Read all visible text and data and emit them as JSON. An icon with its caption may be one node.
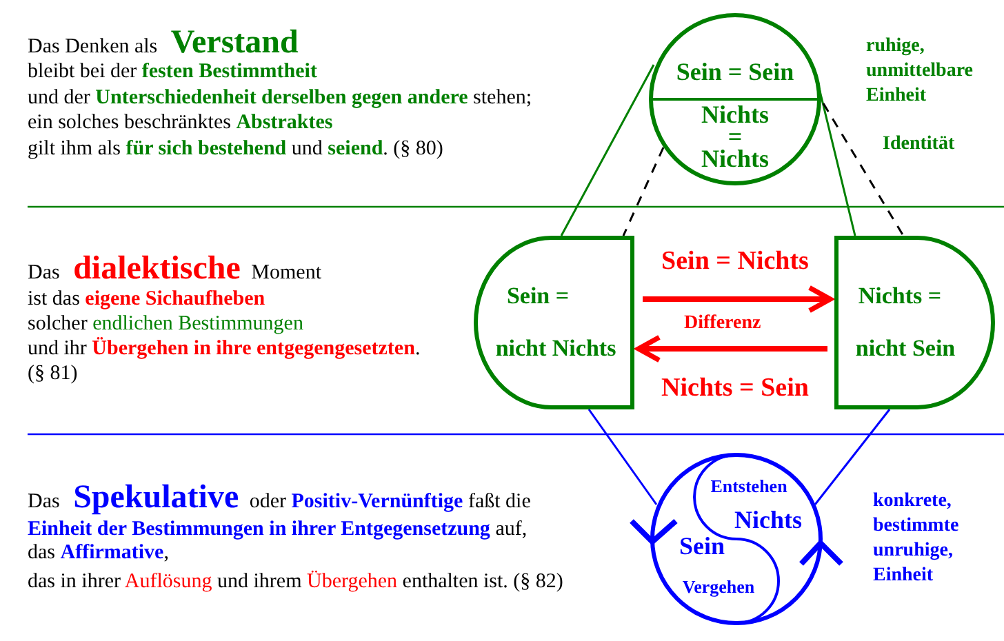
{
  "diagram": {
    "nodes": [
      {
        "text": [
          "Sein = Sein",
          "Nichts = Nichts"
        ]
      },
      {
        "text": [
          "Sein =",
          "nicht Nichts"
        ]
      },
      {
        "text": [
          "Nichts =",
          "nicht Sein"
        ]
      },
      {
        "text": [
          "Entstehen",
          "Nichts",
          "Sein",
          "Vergehen"
        ]
      }
    ],
    "edges": [
      {
        "from": 0,
        "to": 1,
        "arrow": "none",
        "color": "#008000"
      },
      {
        "from": 0,
        "to": 1,
        "arrow": "none",
        "style": "dashed",
        "color": "#000000"
      },
      {
        "from": 0,
        "to": 2,
        "arrow": "none",
        "color": "#008000"
      },
      {
        "from": 0,
        "to": 2,
        "arrow": "none",
        "style": "dashed",
        "color": "#000000"
      },
      {
        "from": 1,
        "to": 3,
        "arrow": "none",
        "color": "#0000ff"
      },
      {
        "from": 2,
        "to": 3,
        "arrow": "none",
        "color": "#0000ff"
      },
      {
        "from": 1,
        "to": 2,
        "arrow": "to",
        "label": "Sein = Nichts",
        "style": "thick",
        "color": "#ff0000"
      },
      {
        "from": 2,
        "to": 1,
        "arrow": "to",
        "label": "Nichts = Sein",
        "style": "thick",
        "color": "#ff0000"
      }
    ],
    "labels": [
      "Das Denken als **Verstand**",
      "bleibt bei der **festen Bestimmtheit**",
      "und der **Unterschiedenheit derselben gegen andere** stehen;",
      "ein solches beschränktes **Abstraktes**",
      "gilt ihm als **für sich bestehend** und **seiend**. (§ 80)",
      "ruhige, unmittelbare Einheit",
      "Identität",
      "Das **dialektische** Moment",
      "ist das **eigene Sichaufheben**",
      "solcher *endlichen Bestimmungen*",
      "und ihr **Übergehen in ihre entgegengesetzten**.",
      "(§ 81)",
      "Differenz",
      "Das **Spekulative** oder **Positiv-Vernünftige** faßt die",
      "**Einheit der Bestimmungen in ihrer Entgegensetzung** auf,",
      "das **Affirmative**,",
      "das in ihrer *Auflösung* und ihrem *Übergehen* enthalten ist. (§ 82)",
      "konkrete, bestimmte unruhige, Einheit"
    ]
  }
}
